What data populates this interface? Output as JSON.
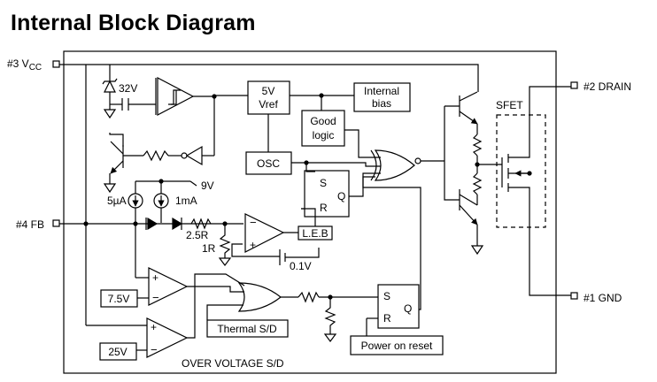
{
  "page_title": "Internal Block Diagram",
  "pins": {
    "vcc": {
      "prefix": "#3 V",
      "sub": "CC"
    },
    "fb": "#4 FB",
    "drain": "#2 DRAIN",
    "gnd": "#1 GND"
  },
  "blocks": {
    "vref": [
      "5V",
      "Vref"
    ],
    "internal_bias": [
      "Internal",
      "bias"
    ],
    "good_logic": [
      "Good",
      "logic"
    ],
    "osc": "OSC",
    "leb": "L.E.B",
    "thermal_sd": "Thermal S/D",
    "power_on_reset": "Power on reset",
    "ref_7v5": "7.5V",
    "ref_25v": "25V",
    "sfet": "SFET"
  },
  "flipflop": {
    "s": "S",
    "r": "R",
    "q": "Q"
  },
  "comparator": {
    "plus": "+",
    "minus": "−"
  },
  "labels": {
    "zener_32v": "32V",
    "supply_9v": "9V",
    "current_5ua": "5µA",
    "current_1ma": "1mA",
    "res_2_5r": "2.5R",
    "res_1r": "1R",
    "offset_0_1v": "0.1V",
    "over_voltage_sd": "OVER VOLTAGE S/D"
  }
}
